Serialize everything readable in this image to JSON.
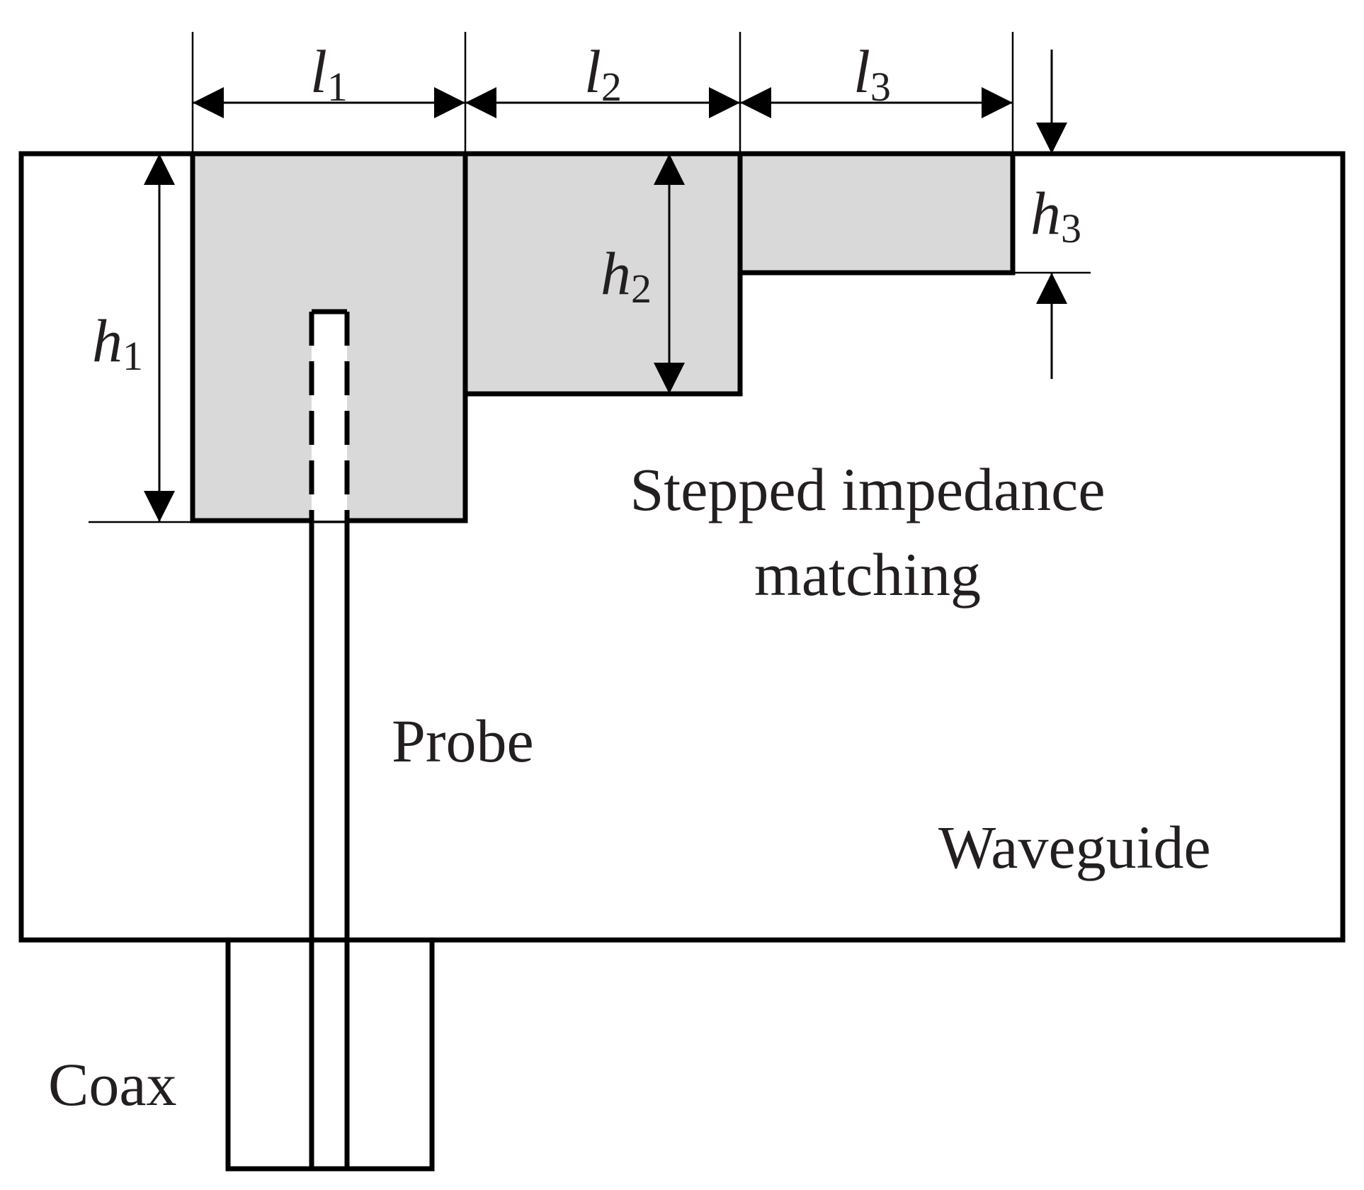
{
  "colors": {
    "stroke": "#000000",
    "fill_matching": "#d9d9d9",
    "background": "#ffffff",
    "text": "#231f20"
  },
  "labels": {
    "stepped_line1": "Stepped impedance",
    "stepped_line2": "matching",
    "probe": "Probe",
    "waveguide": "Waveguide",
    "coax": "Coax"
  },
  "dimensions": {
    "l1": {
      "symbol": "l",
      "sub": "1"
    },
    "l2": {
      "symbol": "l",
      "sub": "2"
    },
    "l3": {
      "symbol": "l",
      "sub": "3"
    },
    "h1": {
      "symbol": "h",
      "sub": "1"
    },
    "h2": {
      "symbol": "h",
      "sub": "2"
    },
    "h3": {
      "symbol": "h",
      "sub": "3"
    }
  }
}
